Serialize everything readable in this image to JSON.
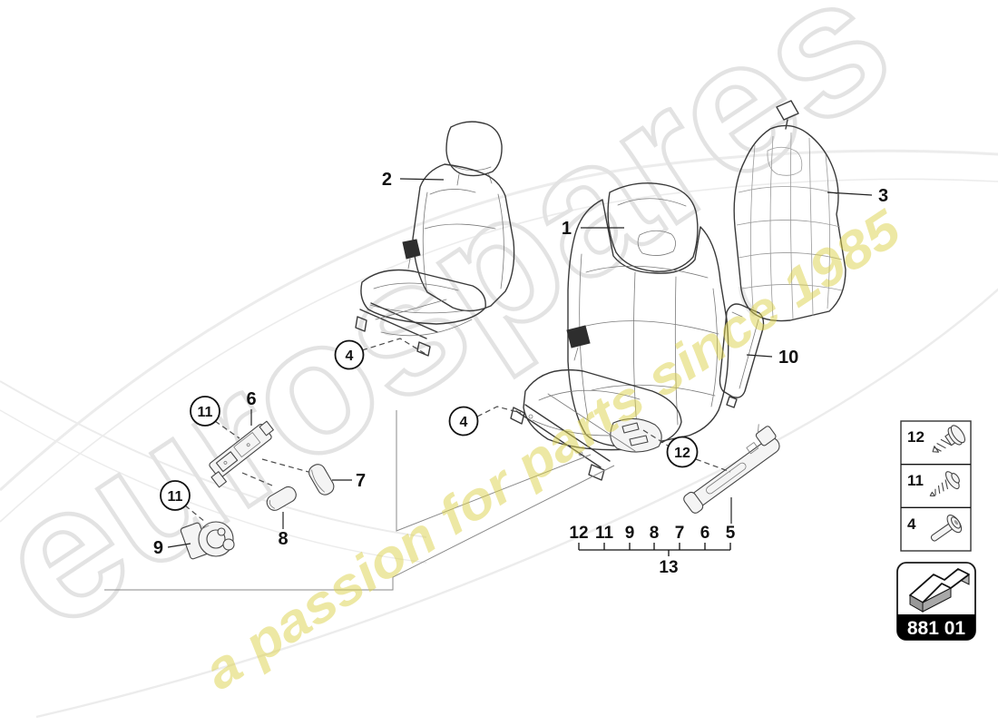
{
  "watermark": {
    "brand": "eurospares",
    "tagline": "a passion for parts since 1985"
  },
  "colors": {
    "line": "#3a3a3a",
    "label": "#111111",
    "accent_yellow": "#ddd24b",
    "watermark_gray": "#e3e3e3",
    "code_bg": "#000000",
    "code_text": "#ffffff"
  },
  "labels": {
    "1": "1",
    "2": "2",
    "3": "3",
    "6": "6",
    "7": "7",
    "8": "8",
    "9": "9",
    "10": "10"
  },
  "circled": {
    "4a": "4",
    "4b": "4",
    "11a": "11",
    "11b": "11",
    "12": "12"
  },
  "scale_row": {
    "items": [
      "12",
      "11",
      "9",
      "8",
      "7",
      "6",
      "5"
    ],
    "bracket_label": "13"
  },
  "legend": {
    "rows": [
      {
        "ref": "12",
        "icon": "expanding-rivet-icon"
      },
      {
        "ref": "11",
        "icon": "self-tapping-screw-icon"
      },
      {
        "ref": "4",
        "icon": "screw-with-washer-icon"
      }
    ]
  },
  "part_group": {
    "code": "881 01"
  }
}
